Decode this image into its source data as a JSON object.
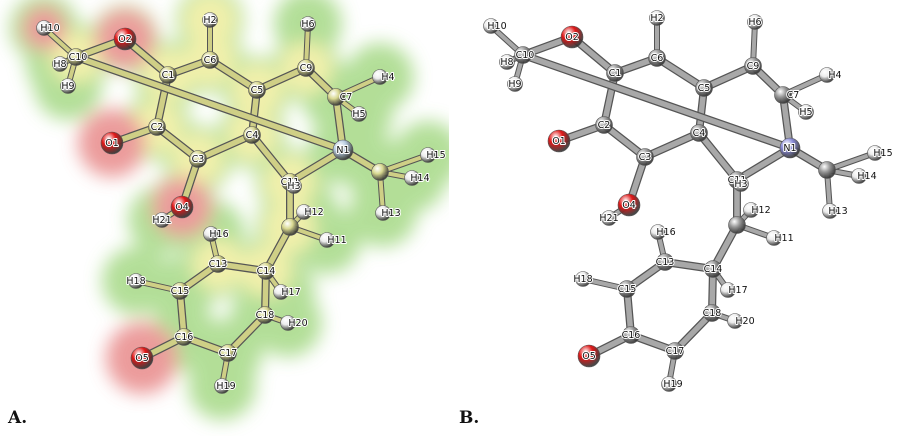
{
  "panels": [
    {
      "id": "A",
      "label": "A.",
      "style": "surface"
    },
    {
      "id": "B",
      "label": "B.",
      "style": "ball-and-stick"
    }
  ],
  "colors": {
    "carbon_a": "#d8d890",
    "carbon_b": "#9a9a9a",
    "hydrogen": "#ececec",
    "oxygen": "#e01818",
    "nitrogen_a": "#b8cce0",
    "nitrogen_b": "#8a8cd8",
    "bond_a": "#cfcf86",
    "bond_b": "#a8a8a8",
    "surface_green": "#a6d986",
    "surface_yellow": "#f0ee9e",
    "surface_red": "#e88a8a"
  },
  "atoms": [
    {
      "id": "C1",
      "el": "C",
      "label": "C1"
    },
    {
      "id": "C2",
      "el": "C",
      "label": "C2"
    },
    {
      "id": "C3",
      "el": "C",
      "label": "C3"
    },
    {
      "id": "C4",
      "el": "C",
      "label": "C4"
    },
    {
      "id": "C5",
      "el": "C",
      "label": "C5"
    },
    {
      "id": "C6",
      "el": "C",
      "label": "C6"
    },
    {
      "id": "C9",
      "el": "C",
      "label": "C9"
    },
    {
      "id": "C7",
      "el": "C",
      "label": "C7"
    },
    {
      "id": "N1",
      "el": "N",
      "label": "N1"
    },
    {
      "id": "C10",
      "el": "C",
      "label": "C10"
    },
    {
      "id": "C11",
      "el": "C",
      "label": "C11"
    },
    {
      "id": "C13",
      "el": "C",
      "label": "C13"
    },
    {
      "id": "C14",
      "el": "C",
      "label": "C14"
    },
    {
      "id": "C15",
      "el": "C",
      "label": "C15"
    },
    {
      "id": "C16",
      "el": "C",
      "label": "C16"
    },
    {
      "id": "C17",
      "el": "C",
      "label": "C17"
    },
    {
      "id": "C18",
      "el": "C",
      "label": "C18"
    },
    {
      "id": "O1",
      "el": "O",
      "label": "O1"
    },
    {
      "id": "O2",
      "el": "O",
      "label": "O2"
    },
    {
      "id": "O4",
      "el": "O",
      "label": "O4"
    },
    {
      "id": "O5",
      "el": "O",
      "label": "O5"
    },
    {
      "id": "H2",
      "el": "H",
      "label": "H2"
    },
    {
      "id": "H3",
      "el": "H",
      "label": "H3"
    },
    {
      "id": "H4",
      "el": "H",
      "label": "H4"
    },
    {
      "id": "H5",
      "el": "H",
      "label": "H5"
    },
    {
      "id": "H6",
      "el": "H",
      "label": "H6"
    },
    {
      "id": "H8",
      "el": "H",
      "label": "H8"
    },
    {
      "id": "H9",
      "el": "H",
      "label": "H9"
    },
    {
      "id": "H10",
      "el": "H",
      "label": "H10"
    },
    {
      "id": "H11",
      "el": "H",
      "label": "H11"
    },
    {
      "id": "H12",
      "el": "H",
      "label": "H12"
    },
    {
      "id": "H13",
      "el": "H",
      "label": "H13"
    },
    {
      "id": "H14",
      "el": "H",
      "label": "H14"
    },
    {
      "id": "H15",
      "el": "H",
      "label": "H15"
    },
    {
      "id": "H16",
      "el": "H",
      "label": "H16"
    },
    {
      "id": "H17",
      "el": "H",
      "label": "H17"
    },
    {
      "id": "H18",
      "el": "H",
      "label": "H18"
    },
    {
      "id": "H19",
      "el": "H",
      "label": "H19"
    },
    {
      "id": "H20",
      "el": "H",
      "label": "H20"
    },
    {
      "id": "H21",
      "el": "H",
      "label": "H21"
    }
  ],
  "bonds": [
    [
      "C1",
      "C2"
    ],
    [
      "C2",
      "C3"
    ],
    [
      "C3",
      "C4"
    ],
    [
      "C4",
      "C5"
    ],
    [
      "C5",
      "C6"
    ],
    [
      "C6",
      "C1"
    ],
    [
      "C5",
      "C9"
    ],
    [
      "C9",
      "C7"
    ],
    [
      "C7",
      "N1"
    ],
    [
      "N1",
      "C11"
    ],
    [
      "C11",
      "C4"
    ],
    [
      "C1",
      "O2"
    ],
    [
      "O2",
      "C10"
    ],
    [
      "C2",
      "O1"
    ],
    [
      "C3",
      "O4"
    ],
    [
      "O4",
      "H21"
    ],
    [
      "N1",
      "C10"
    ],
    [
      "C11",
      "C12"
    ],
    [
      "C12",
      "C14"
    ],
    [
      "C14",
      "C13"
    ],
    [
      "C13",
      "C15"
    ],
    [
      "C15",
      "C16"
    ],
    [
      "C16",
      "C17"
    ],
    [
      "C17",
      "C18"
    ],
    [
      "C18",
      "C14"
    ],
    [
      "C16",
      "O5"
    ],
    [
      "C6",
      "H2"
    ],
    [
      "C11",
      "H3"
    ],
    [
      "C9",
      "H6"
    ],
    [
      "C7",
      "H5"
    ],
    [
      "C7",
      "H4"
    ],
    [
      "C10",
      "H8"
    ],
    [
      "C10",
      "H9"
    ],
    [
      "C10",
      "H10"
    ],
    [
      "C12",
      "H11"
    ],
    [
      "C12",
      "H12"
    ],
    [
      "NC",
      "H13"
    ],
    [
      "NC",
      "H14"
    ],
    [
      "NC",
      "H15"
    ],
    [
      "N1",
      "NC"
    ],
    [
      "C13",
      "H16"
    ],
    [
      "C14",
      "H17"
    ],
    [
      "C15",
      "H18"
    ],
    [
      "C17",
      "H19"
    ],
    [
      "C18",
      "H20"
    ]
  ]
}
